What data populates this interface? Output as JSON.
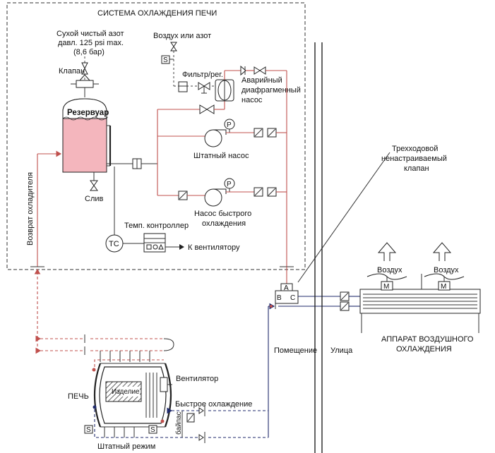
{
  "labels": {
    "system_title": "СИСТЕМА ОХЛАЖДЕНИЯ ПЕЧИ",
    "nitrogen_line1": "Сухой чистый азот",
    "nitrogen_line2": "давл. 125 psi max.",
    "nitrogen_line3": "(8,6 бар)",
    "air_or_nitrogen": "Воздух или азот",
    "valve": "Клапан",
    "filter_reg": "Фильтр/рег.",
    "emergency_pump_line1": "Аварийный",
    "emergency_pump_line2": "диафрагменный",
    "emergency_pump_line3": "насос",
    "reservoir": "Резервуар",
    "standard_pump": "Штатный насос",
    "drain": "Слив",
    "quick_pump_line1": "Насос быстрого",
    "quick_pump_line2": "охлаждения",
    "temp_controller": "Темп. контроллер",
    "tc": "TC",
    "to_fan": "К вентилятору",
    "coolant_return": "Возврат охладителя",
    "three_way_line1": "Трехходовой",
    "three_way_line2": "ненастраиваемый",
    "three_way_line3": "клапан",
    "air_left": "Воздух",
    "air_right": "Воздух",
    "motor_left": "M",
    "motor_right": "M",
    "valve_a": "A",
    "valve_b": "B",
    "valve_c": "C",
    "air_cooler_line1": "АППАРАТ ВОЗДУШНОГО",
    "air_cooler_line2": "ОХЛАЖДЕНИЯ",
    "room": "Помещение",
    "street": "Улица",
    "furnace": "ПЕЧЬ",
    "fan": "Вентилятор",
    "product": "Изделие",
    "quick_cooling": "Быстрое охлаждение",
    "bypass": "байпас",
    "standard_mode": "Штатный режим",
    "solenoid_s1": "S",
    "solenoid_s2": "S",
    "solenoid_s3": "S",
    "pressure_p1": "P",
    "pressure_p2": "P"
  },
  "colors": {
    "hot_pipe": "#c0504d",
    "cold_pipe": "#1f2a6b",
    "reservoir_fill": "#f4b6bd",
    "outline": "#222222"
  }
}
